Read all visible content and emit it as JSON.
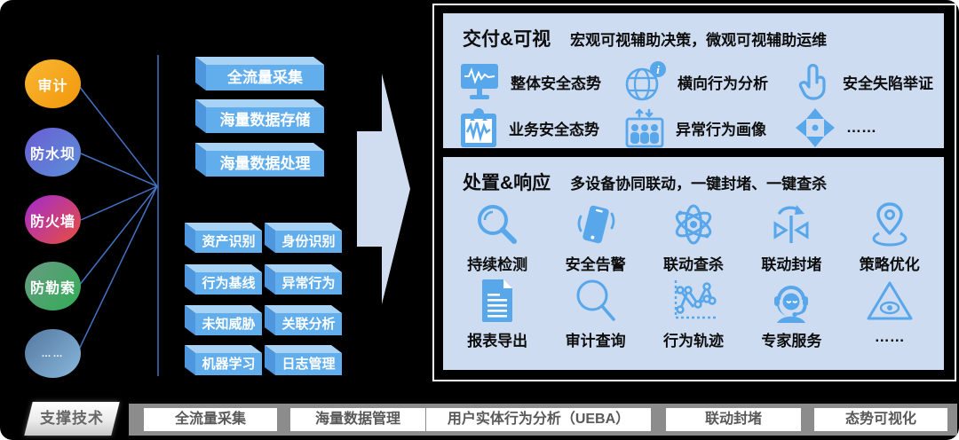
{
  "left_panel": {
    "line_color": "#4472c4",
    "nodes": [
      {
        "label": "审计",
        "gradient": [
          "#f8b733",
          "#f2970a"
        ]
      },
      {
        "label": "防水坝",
        "gradient": [
          "#6a5ed2",
          "#5b8fd8"
        ]
      },
      {
        "label": "防火墙",
        "gradient": [
          "#a22ad0",
          "#e8503c"
        ]
      },
      {
        "label": "防勒索",
        "gradient": [
          "#6a9a84",
          "#2fae54"
        ]
      },
      {
        "label": "……",
        "gradient": [
          "#53789f",
          "#8ab8dc"
        ]
      }
    ]
  },
  "pipeline": {
    "top_boxes": [
      "全流量采集",
      "海量数据存储",
      "海量数据处理"
    ],
    "grid_boxes": [
      "资产识别",
      "身份识别",
      "行为基线",
      "异常行为",
      "未知威胁",
      "关联分析",
      "机器学习",
      "日志管理"
    ],
    "box_face_color": "#62adec",
    "box_top_color": "#a8d3f5",
    "box_side_color": "#4e97de"
  },
  "arrow_color": "#d0ddf0",
  "delivery_panel": {
    "title": "交付&可视",
    "subtitle": "宏观可视辅助决策，微观可视辅助运维",
    "bg": "#cddcf0",
    "icon_color": "#58a7ea",
    "items": [
      {
        "icon": "monitor-waveform",
        "label": "整体安全态势"
      },
      {
        "icon": "globe-info",
        "label": "横向行为分析"
      },
      {
        "icon": "hand-pointer",
        "label": "安全失陷举证"
      },
      {
        "icon": "badge-waveform",
        "label": "业务安全态势"
      },
      {
        "icon": "people-group",
        "label": "异常行为画像"
      },
      {
        "icon": "move-arrows",
        "label": "……"
      }
    ]
  },
  "response_panel": {
    "title": "处置&响应",
    "subtitle": "多设备协同联动，一键封堵、一键查杀",
    "bg": "#cddcf0",
    "icon_color": "#58a7ea",
    "items": [
      {
        "icon": "magnifier",
        "label": "持续检测"
      },
      {
        "icon": "phone-alert",
        "label": "安全告警"
      },
      {
        "icon": "atom",
        "label": "联动查杀"
      },
      {
        "icon": "block-arrows",
        "label": "联动封堵"
      },
      {
        "icon": "location-pin",
        "label": "策略优化"
      },
      {
        "icon": "report-doc",
        "label": "报表导出"
      },
      {
        "icon": "search",
        "label": "审计查询"
      },
      {
        "icon": "trajectory",
        "label": "行为轨迹"
      },
      {
        "icon": "support-agent",
        "label": "专家服务"
      },
      {
        "icon": "eye-triangle",
        "label": "……"
      }
    ]
  },
  "support_bar": {
    "tab_label": "支撑技术",
    "items": [
      "全流量采集",
      "海量数据管理",
      "用户实体行为分析（UEBA）",
      "联动封堵",
      "态势可视化"
    ]
  }
}
